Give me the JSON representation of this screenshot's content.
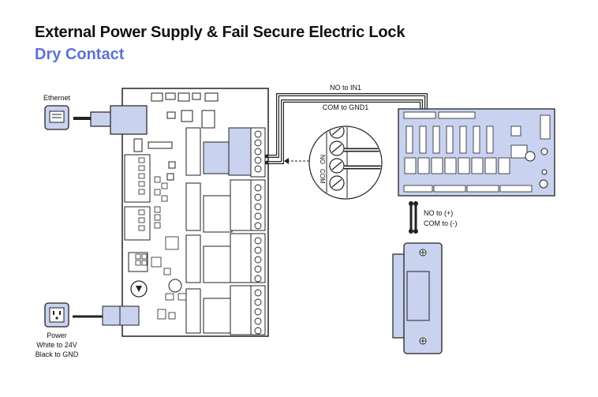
{
  "header": {
    "title": "External Power Supply & Fail Secure Electric Lock",
    "subtitle": "Dry Contact"
  },
  "labels": {
    "ethernet": "Ethernet",
    "power_lines": [
      "Power",
      "White to 24V",
      "Black to GND"
    ],
    "no_to_in1": "NO to IN1",
    "com_to_gnd1": "COM to GND1",
    "no_to_plus": "NO to (+)",
    "com_to_minus": "COM to (-)",
    "terminal_no": "NO",
    "terminal_com": "COM"
  },
  "colors": {
    "board_fill": "#c9d3f0",
    "outline": "#222222",
    "accent_text": "#5b73d6"
  }
}
